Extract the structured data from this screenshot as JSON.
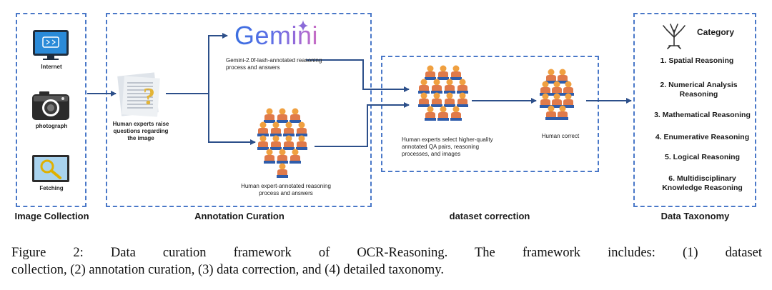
{
  "image_collection": {
    "title": "Image Collection",
    "sources": [
      {
        "label": "Internet",
        "icon": "monitor-icon"
      },
      {
        "label": "photograph",
        "icon": "camera-icon"
      },
      {
        "label": "Fetching",
        "icon": "magnifier-icon"
      }
    ]
  },
  "annotation_curation": {
    "title": "Annotation Curation",
    "expert_question_caption": "Human experts raise questions regarding the image",
    "gemini_logo_text": "Gemini",
    "gemini_caption": "Gemini-2.0f-lash-annotated reasoning process and answers",
    "human_caption": "Human expert-annotated reasoning process and answers"
  },
  "dataset_correction": {
    "title": "dataset correction",
    "select_caption": "Human experts select higher-quality annotated QA pairs, reasoning processes, and images",
    "correct_caption": "Human correct"
  },
  "data_taxonomy": {
    "title": "Data Taxonomy",
    "header": "Category",
    "categories": [
      "1. Spatial Reasoning",
      "2. Numerical Analysis Reasoning",
      "3. Mathematical Reasoning",
      "4. Enumerative Reasoning",
      "5. Logical Reasoning",
      "6. Multidisciplinary Knowledge Reasoning"
    ]
  },
  "caption": {
    "line1": "Figure 2: Data curation framework of OCR-Reasoning. The framework includes: (1) dataset",
    "line2": "collection, (2) annotation curation, (3) data correction, and (4) detailed taxonomy."
  },
  "colors": {
    "dashed_border": "#4a78c8",
    "arrow": "#2c4f8a",
    "person_body": "#e07a4a",
    "person_head": "#f0a040",
    "desk": "#2f5dab"
  }
}
